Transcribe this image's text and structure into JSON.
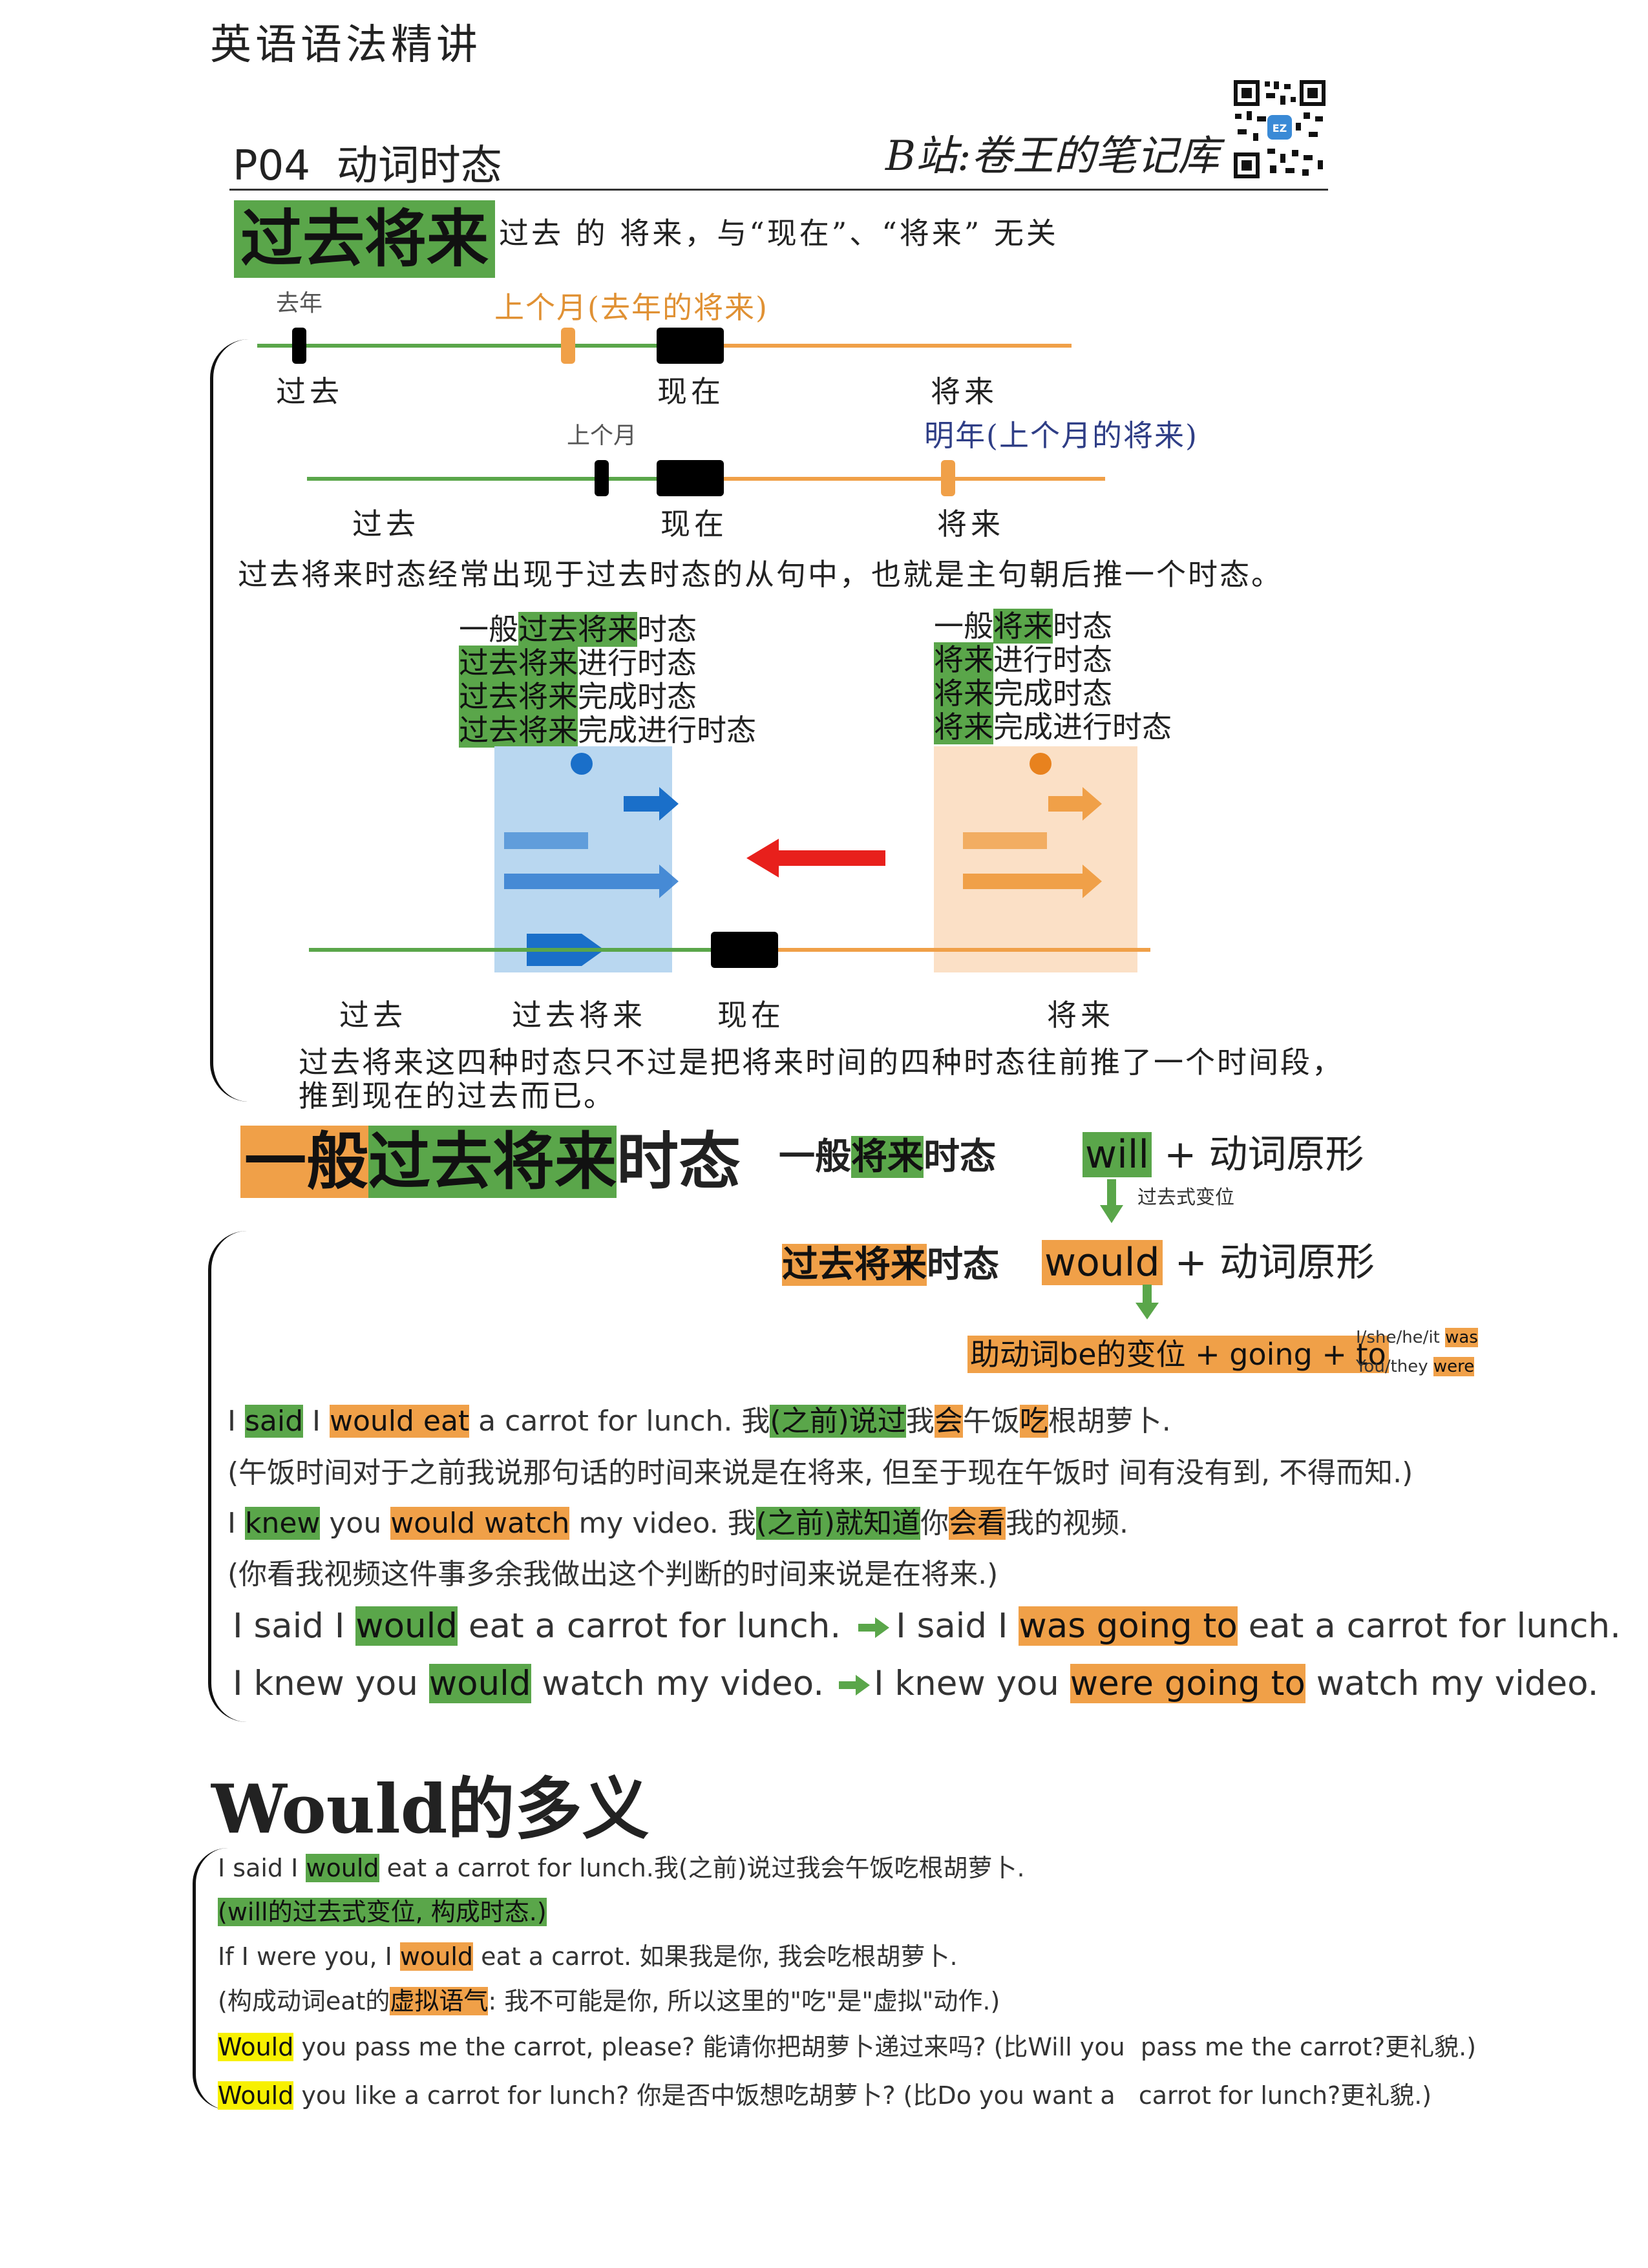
{
  "header": {
    "book_title": "英语语法精讲",
    "lesson": "P04  动词时态",
    "channel": "B站:卷王的笔记库",
    "qr_badge": "EZ"
  },
  "section1": {
    "title": "过去将来",
    "subtitle": "过去 的 将来，与“现在”、“将来” 无关",
    "timeline1": {
      "small_label": "去年",
      "highlight_label": "上个月(去年的将来)",
      "past": "过去",
      "now": "现在",
      "future": "将来"
    },
    "timeline2": {
      "small_label": "上个月",
      "highlight_label": "明年(上个月的将来)",
      "past": "过去",
      "now": "现在",
      "future": "将来"
    },
    "note": "过去将来时态经常出现于过去时态的从句中，也就是主句朝后推一个时态。",
    "left_list": [
      {
        "pre": "一般",
        "hl": "过去将来",
        "post": "时态"
      },
      {
        "pre": "",
        "hl": "过去将来",
        "post": "进行时态"
      },
      {
        "pre": "",
        "hl": "过去将来",
        "post": "完成时态"
      },
      {
        "pre": "",
        "hl": "过去将来",
        "post": "完成进行时态"
      }
    ],
    "right_list": [
      {
        "pre": "一般",
        "hl": "将来",
        "post": "时态"
      },
      {
        "pre": "",
        "hl": "将来",
        "post": "进行时态"
      },
      {
        "pre": "",
        "hl": "将来",
        "post": "完成时态"
      },
      {
        "pre": "",
        "hl": "将来",
        "post": "完成进行时态"
      }
    ],
    "timeline3": {
      "past": "过去",
      "past_future": "过去将来",
      "now": "现在",
      "future": "将来"
    },
    "conclusion_line1": "过去将来这四种时态只不过是把将来时间的四种时态往前推了一个时间段，",
    "conclusion_line2": "推到现在的过去而已。"
  },
  "section2": {
    "title_part1": "一般",
    "title_part2": "过去将来",
    "title_part3": "时态",
    "row1_label_pre": "一般",
    "row1_label_hl": "将来",
    "row1_label_post": "时态",
    "row1_word": "will",
    "row1_rest": "+ 动词原形",
    "arrow_note": "过去式变位",
    "row2_label_hl": "过去将来",
    "row2_label_post": "时态",
    "row2_word": "would",
    "row2_rest": "+ 动词原形",
    "row3_formula": "助动词be的变位 + going + to",
    "row3_note1_pre": "I/she/he/it ",
    "row3_note1_hl": "was",
    "row3_note2_pre": "You/they ",
    "row3_note2_hl": "were",
    "ex1": [
      "I ",
      "said",
      " I ",
      "would eat",
      " a carrot for lunch. 我",
      "(之前)说过",
      "我",
      "会",
      "午饭",
      "吃",
      "根胡萝卜."
    ],
    "ex1_note": "(午饭时间对于之前我说那句话的时间来说是在将来, 但至于现在午饭时 间有没有到, 不得而知.)",
    "ex2": [
      "I ",
      "knew",
      " you ",
      "would watch",
      " my video. 我",
      "(之前)就知道",
      "你",
      "会看",
      "我的视频."
    ],
    "ex2_note": "(你看我视频这件事多余我做出这个判断的时间来说是在将来.)",
    "conv1": [
      "I said I ",
      "would",
      " eat a carrot for lunch.",
      "I said I ",
      "was going to",
      " eat a carrot for lunch."
    ],
    "conv2": [
      "I knew you ",
      "would",
      " watch my video.",
      "I knew you ",
      "were going to",
      " watch my video."
    ]
  },
  "section3": {
    "title": "Would的多义",
    "l1": [
      "I said I ",
      "would",
      " eat a carrot for lunch.我(之前)说过我会午饭吃根胡萝卜."
    ],
    "l2": "(will的过去式变位, 构成时态.)",
    "l3": [
      "If I were you, I ",
      "would",
      " eat a carrot. 如果我是你, 我会吃根胡萝卜."
    ],
    "l4": [
      "(构成动词eat的",
      "虚拟语气",
      ": 我不可能是你, 所以这里的\"吃\"是\"虚拟\"动作.)"
    ],
    "l5": [
      "Would",
      " you pass me the carrot, please? 能请你把胡萝卜递过来吗? (比Will you  pass me the carrot?更礼貌.)"
    ],
    "l6": [
      "Would",
      " you like a carrot for lunch? 你是否中饭想吃胡萝卜? (比Do you want a   carrot for lunch?更礼貌.)"
    ]
  },
  "colors": {
    "green": "#5aa64a",
    "orange": "#f0a048",
    "yellow": "#f7f000",
    "blue_box": "#b9d7f0",
    "peach_box": "#fbe0c6",
    "red_arrow": "#e8201c",
    "navy_text": "#2f3e86"
  }
}
